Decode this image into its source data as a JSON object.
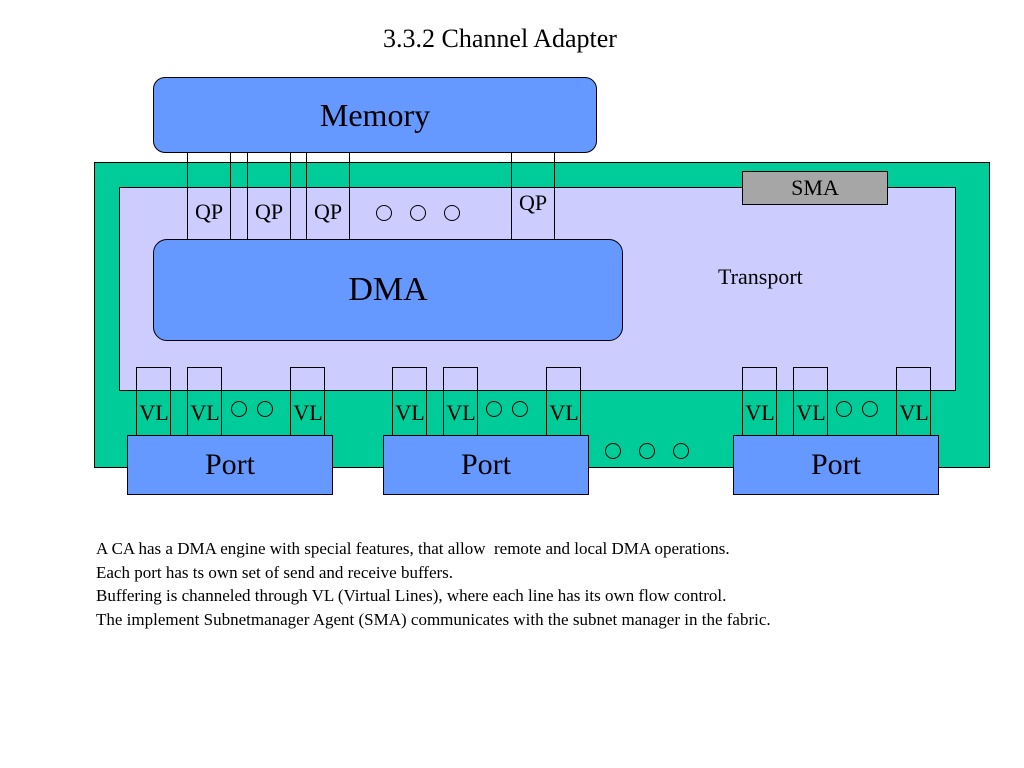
{
  "title": "3.3.2 Channel Adapter",
  "memory_label": "Memory",
  "dma_label": "DMA",
  "sma_label": "SMA",
  "transport_label": "Transport",
  "qp_labels": [
    "QP",
    "QP",
    "QP",
    "QP"
  ],
  "vl_labels": [
    "VL",
    "VL",
    "VL",
    "VL",
    "VL",
    "VL",
    "VL",
    "VL",
    "VL"
  ],
  "port_labels": [
    "Port",
    "Port",
    "Port"
  ],
  "caption_lines": [
    "A CA has a DMA engine with special features, that allow  remote and local DMA operations.",
    "Each port has ts own set of send and receive buffers.",
    "Buffering is channeled through VL (Virtual Lines), where each line has its own flow control.",
    "The implement Subnetmanager Agent (SMA) communicates with the subnet manager in the fabric."
  ],
  "colors": {
    "board": "#00cc99",
    "transport": "#ccccff",
    "block": "#6699ff",
    "sma": "#a6a6a6"
  }
}
